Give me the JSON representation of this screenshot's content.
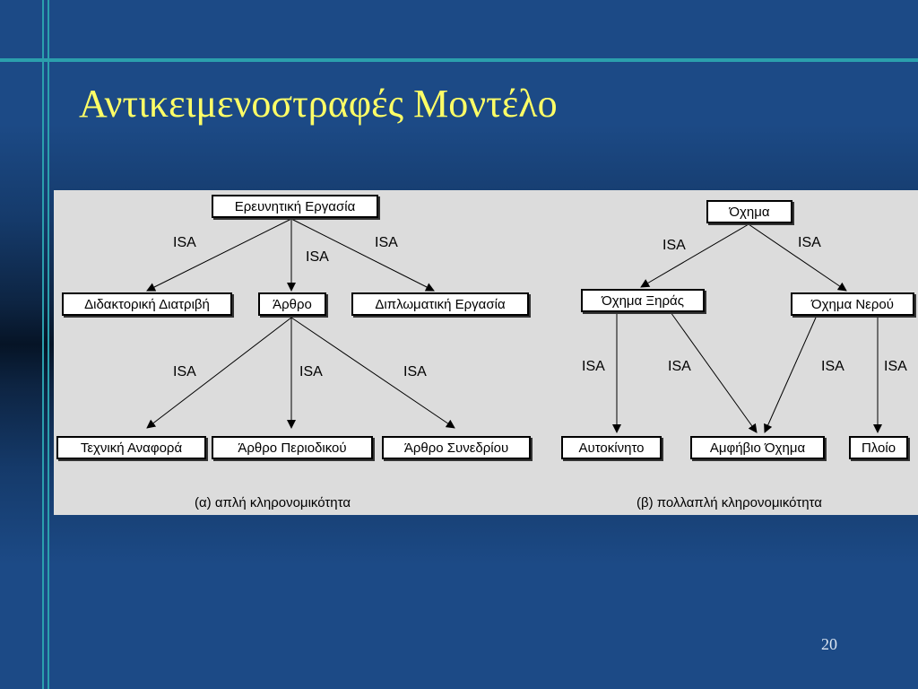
{
  "slide": {
    "title": "Αντικειμενοστραφές Μοντέλο",
    "page_number": "20"
  },
  "left_diagram": {
    "root": "Ερευνητική Εργασία",
    "level1": [
      "Διδακτορική Διατριβή",
      "Άρθρο",
      "Διπλωματική Εργασία"
    ],
    "level2": [
      "Τεχνική Αναφορά",
      "Άρθρο Περιοδικού",
      "Άρθρο Συνεδρίου"
    ],
    "caption": "(α) απλή κληρονομικότητα"
  },
  "right_diagram": {
    "root": "Όχημα",
    "level1": [
      "Όχημα Ξηράς",
      "Όχημα Νερού"
    ],
    "level2": [
      "Αυτοκίνητο",
      "Αμφήβιο Όχημα",
      "Πλοίο"
    ],
    "caption": "(β) πολλαπλή κληρονομικότητα"
  },
  "relation_label": "ISA",
  "colors": {
    "title": "#ffff66",
    "accent_lines": "#2ba0ad",
    "panel": "#dcdcdc"
  }
}
